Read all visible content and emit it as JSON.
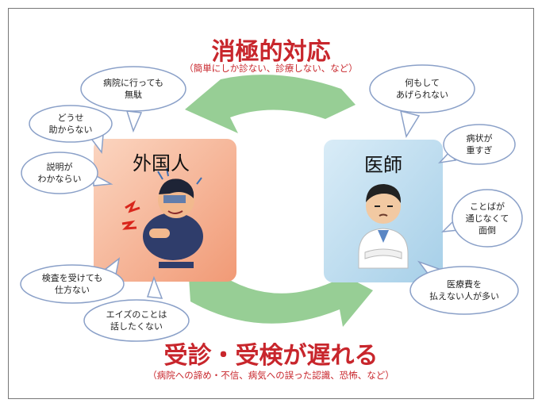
{
  "top": {
    "title": "消極的対応",
    "subtitle": "（簡単にしか診ない、診療しない、など）"
  },
  "bottom": {
    "title": "受診・受検が遅れる",
    "subtitle": "（病院への諦め・不信、病気への誤った認識、恐怖、など）"
  },
  "left_box": {
    "label": "外国人"
  },
  "right_box": {
    "label": "医師"
  },
  "left_bubbles": [
    {
      "text": "病院に行っても\n無駄"
    },
    {
      "text": "どうせ\n助からない"
    },
    {
      "text": "説明が\nわかならい"
    },
    {
      "text": "検査を受けても\n仕方ない"
    },
    {
      "text": "エイズのことは\n話したくない"
    }
  ],
  "right_bubbles": [
    {
      "text": "何もして\nあげられない"
    },
    {
      "text": "病状が\n重すぎ"
    },
    {
      "text": "ことばが\n通じなくて\n面倒"
    },
    {
      "text": "医療費を\n払えない人が多い"
    }
  ],
  "colors": {
    "title_red": "#c8262c",
    "arrow_green": "#8cc98a",
    "left_box": "#f6b494",
    "right_box": "#bcdbee",
    "bubble_border": "#8aa0c8"
  }
}
